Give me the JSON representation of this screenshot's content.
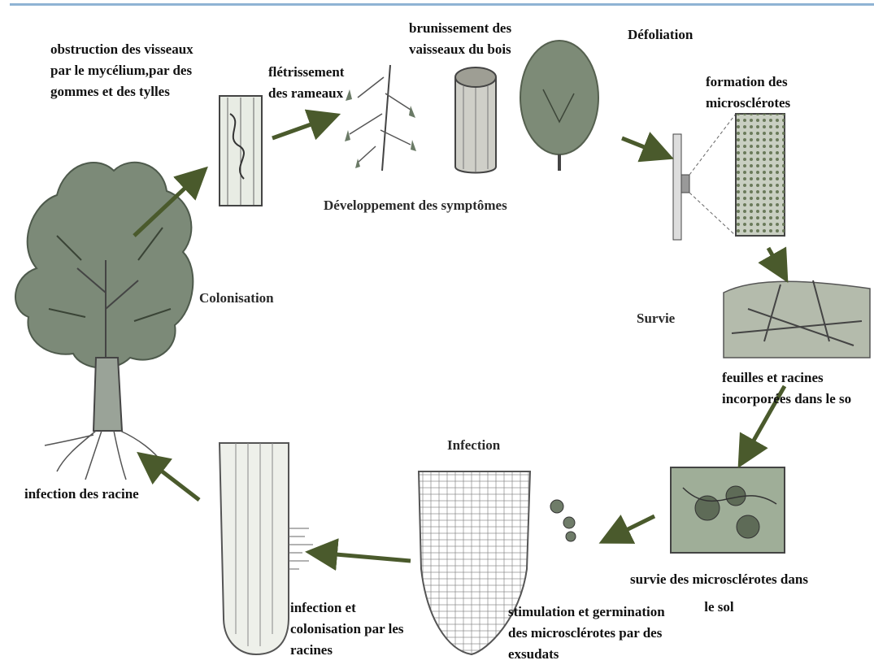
{
  "labels": {
    "obstruction": [
      "obstruction des visseaux",
      "par le mycélium,par des",
      "gommes et des tylles"
    ],
    "fletrissement": [
      "flétrissement",
      "des rameaux"
    ],
    "brunissement": [
      "brunissement des",
      "vaisseaux du bois"
    ],
    "defoliation": "Défoliation",
    "formation": [
      "formation des",
      "microsclérotes"
    ],
    "feuilles": [
      "feuilles et racines",
      "incorporées dans le so"
    ],
    "survie_sol": [
      "survie des microsclérotes dans",
      "le sol"
    ],
    "stimulation": [
      "stimulation et germination",
      "des microsclérotes par des",
      "exsudats"
    ],
    "infection_colonisation": [
      "infection et",
      "colonisation par les",
      "racines"
    ],
    "infection_racine": "infection des racine"
  },
  "stages": {
    "developpement": "Développement des symptômes",
    "colonisation": "Colonisation",
    "survie": "Survie",
    "infection": "Infection"
  },
  "colors": {
    "arrow": "#4a5a2c",
    "foliage": "#6b7b67",
    "sketch": "#555555",
    "accent_line": "#8fb3d4"
  }
}
